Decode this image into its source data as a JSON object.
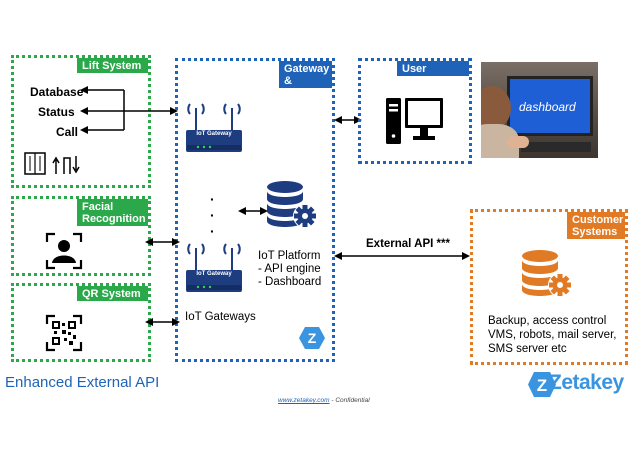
{
  "lift": {
    "title": "Lift System",
    "items": [
      "Database",
      "Status",
      "Call"
    ]
  },
  "facial": {
    "title_line1": "Facial",
    "title_line2": "Recognition"
  },
  "qr": {
    "title": "QR System"
  },
  "gateway": {
    "title_line1": "Gateway",
    "title_line2": "& Server",
    "device_label": "IoT Gateway",
    "ellipsis": "·",
    "platform_lines": [
      "IoT Platform",
      "- API engine",
      "- Dashboard"
    ],
    "gateways_label": "IoT Gateways"
  },
  "user_devices": {
    "title": "User Devices",
    "screen_text": "dashboard"
  },
  "external_api": {
    "label": "External API ***"
  },
  "customer": {
    "title_line1": "Customer",
    "title_line2": "Systems",
    "desc_lines": [
      "Backup, access control",
      "VMS, robots, mail server,",
      "SMS server etc"
    ]
  },
  "footer": {
    "left_title": "Enhanced External API",
    "link": "www.zetakey.com",
    "confidential": " - Confidential",
    "brand": "Zetakey"
  },
  "colors": {
    "green": "#2aa84a",
    "blue": "#1f63b8",
    "orange": "#e07a25"
  }
}
